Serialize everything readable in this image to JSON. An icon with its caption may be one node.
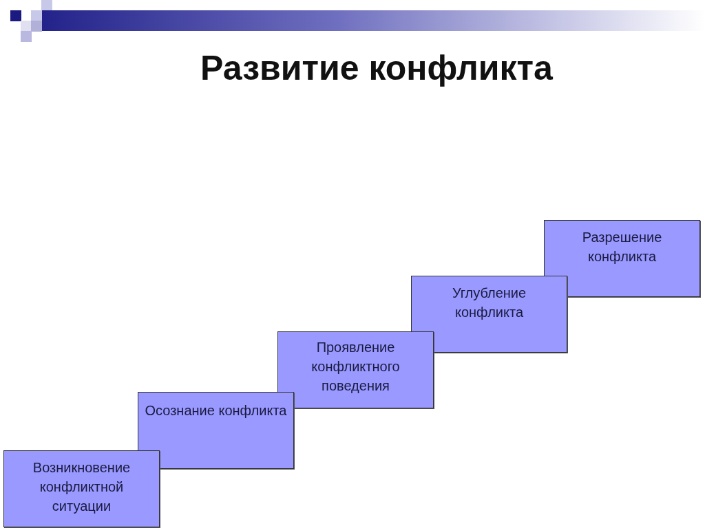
{
  "diagram": {
    "title": "Развитие конфликта",
    "nodes": [
      {
        "text": [
          "Возникновение конфликтной ситуации"
        ]
      },
      {
        "text": [
          "Осознание конфликта"
        ]
      },
      {
        "text": [
          "Проявление конфликтного поведения"
        ]
      },
      {
        "text": [
          "Углубление конфликта"
        ]
      },
      {
        "text": [
          "Разрешение конфликта"
        ]
      }
    ]
  }
}
